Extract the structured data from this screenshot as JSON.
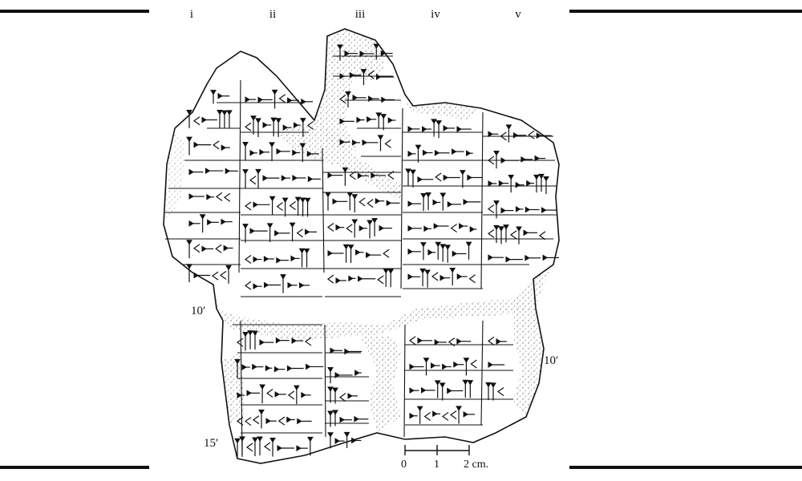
{
  "column_labels": [
    "i",
    "ii",
    "iii",
    "iv",
    "v"
  ],
  "line_labels": {
    "left_upper": "10′",
    "left_lower": "15′",
    "right": "10′"
  },
  "scale_bar": {
    "tick_0": "0",
    "tick_1": "1",
    "tick_2": "2 cm."
  },
  "colors": {
    "ink": "#111111",
    "surface": "#ffffff"
  }
}
